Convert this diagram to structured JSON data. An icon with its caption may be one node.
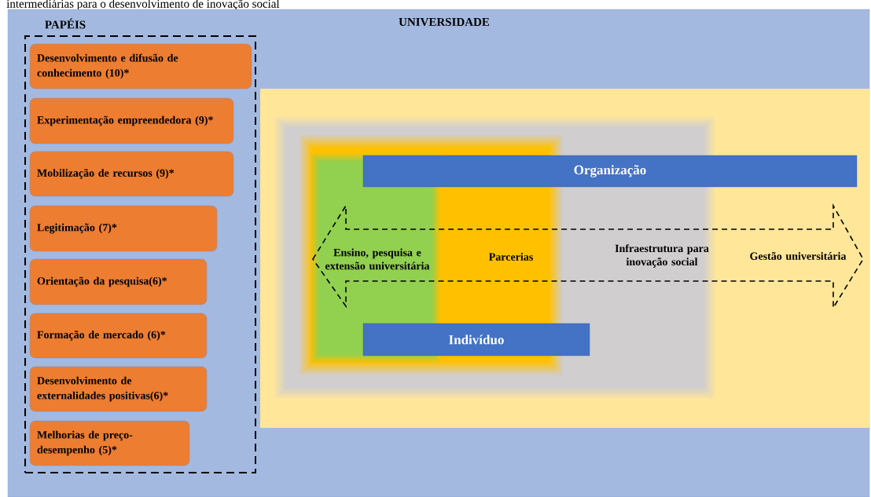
{
  "diagram": {
    "title": "intermediárias para o desenvolvimento de inovação social",
    "nodes": [
      {
        "text": [
          "UNIVERSIDADE"
        ]
      },
      {
        "text": [
          "PAPÉIS"
        ],
        "in": 0
      },
      {
        "text": [
          "Desenvolvimento e difusão de conhecimento (10)*"
        ],
        "in": 1
      },
      {
        "text": [
          "Experimentação empreendedora (9)*"
        ],
        "in": 1
      },
      {
        "text": [
          "Mobilização de recursos (9)*"
        ],
        "in": 1
      },
      {
        "text": [
          "Legitimação (7)*"
        ],
        "in": 1
      },
      {
        "text": [
          "Orientação da pesquisa(6)*"
        ],
        "in": 1
      },
      {
        "text": [
          "Formação de mercado (6)*"
        ],
        "in": 1
      },
      {
        "text": [
          "Desenvolvimento de externalidades positivas(6)*"
        ],
        "in": 1
      },
      {
        "text": [
          "Melhorias de preço-desempenho (5)*"
        ],
        "in": 1
      },
      {
        "text": [
          "Gestão universitária"
        ],
        "in": 0
      },
      {
        "text": [
          "Infraestrutura para inovação social"
        ],
        "in": 10
      },
      {
        "text": [
          "Parcerias"
        ],
        "in": 11
      },
      {
        "text": [
          "Ensino, pesquisa e extensão universitária"
        ],
        "in": 12
      },
      {
        "text": [
          "Organização"
        ],
        "in": 10
      },
      {
        "text": [
          "Indivíduo"
        ],
        "in": 11
      }
    ]
  }
}
